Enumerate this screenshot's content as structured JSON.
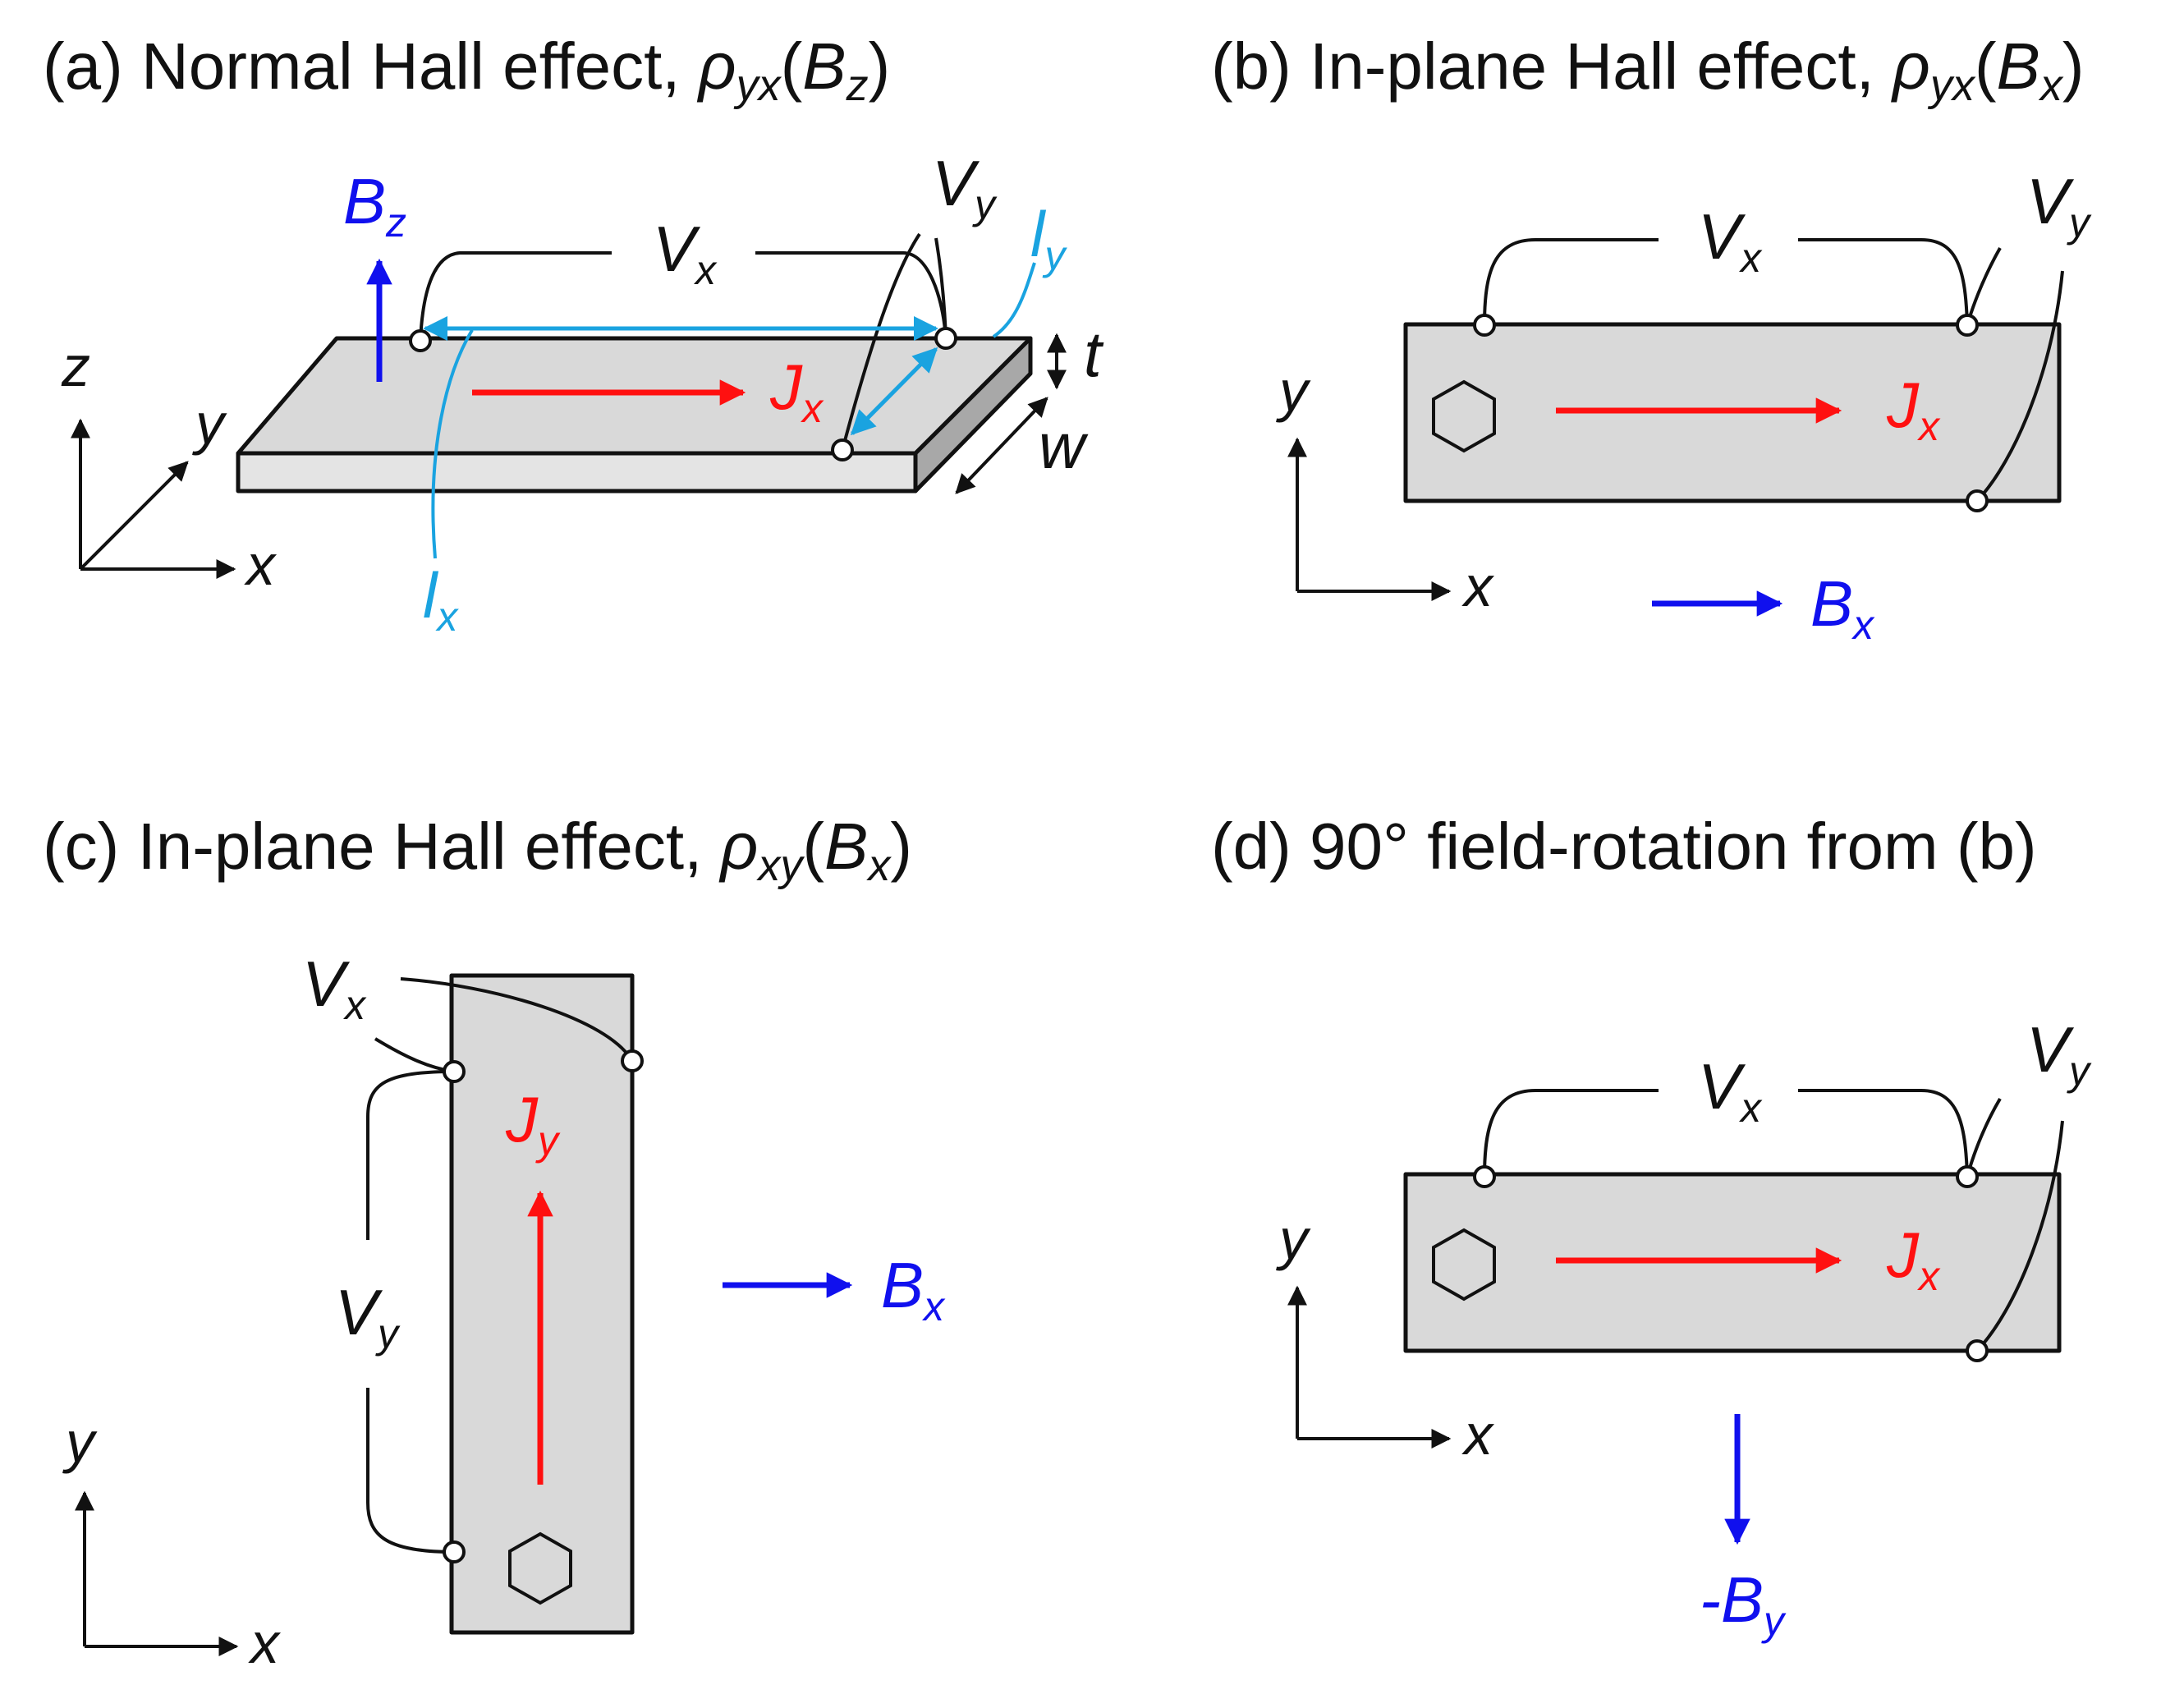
{
  "panels": {
    "a": {
      "title_prefix": "(a) Normal Hall effect, ",
      "title_rho": "ρ",
      "title_rho_sub": "yx",
      "title_arg_open": "(",
      "title_arg": "B",
      "title_arg_sub": "z",
      "title_arg_close": ")",
      "field": "B",
      "field_sub": "z",
      "current": "J",
      "current_sub": "x",
      "vx": "V",
      "vx_sub": "x",
      "vy": "V",
      "vy_sub": "y",
      "ly": "l",
      "ly_sub": "y",
      "lx": "l",
      "lx_sub": "x",
      "thickness": "t",
      "width": "w",
      "axis_z": "z",
      "axis_y": "y",
      "axis_x": "x"
    },
    "b": {
      "title_prefix": "(b) In-plane Hall effect, ",
      "title_rho": "ρ",
      "title_rho_sub": "yx",
      "title_arg_open": "(",
      "title_arg": "B",
      "title_arg_sub": "x",
      "title_arg_close": ")",
      "field": "B",
      "field_sub": "x",
      "current": "J",
      "current_sub": "x",
      "vx": "V",
      "vx_sub": "x",
      "vy": "V",
      "vy_sub": "y",
      "axis_y": "y",
      "axis_x": "x"
    },
    "c": {
      "title_prefix": "(c) In-plane Hall effect, ",
      "title_rho": "ρ",
      "title_rho_sub": "xy",
      "title_arg_open": "(",
      "title_arg": "B",
      "title_arg_sub": "x",
      "title_arg_close": ")",
      "field": "B",
      "field_sub": "x",
      "current": "J",
      "current_sub": "y",
      "vx": "V",
      "vx_sub": "x",
      "vy": "V",
      "vy_sub": "y",
      "axis_y": "y",
      "axis_x": "x"
    },
    "d": {
      "title": "(d) 90° field-rotation from (b)",
      "field": "-B",
      "field_sub": "y",
      "current": "J",
      "current_sub": "x",
      "vx": "V",
      "vx_sub": "x",
      "vy": "V",
      "vy_sub": "y",
      "axis_y": "y",
      "axis_x": "x"
    }
  },
  "colors": {
    "current": "#ff1010",
    "field": "#1010ee",
    "dimension": "#1aa3e0",
    "sample": "#d9d9d9"
  },
  "icons": [
    "hexagon-marker-icon",
    "contact-pad-icon"
  ]
}
